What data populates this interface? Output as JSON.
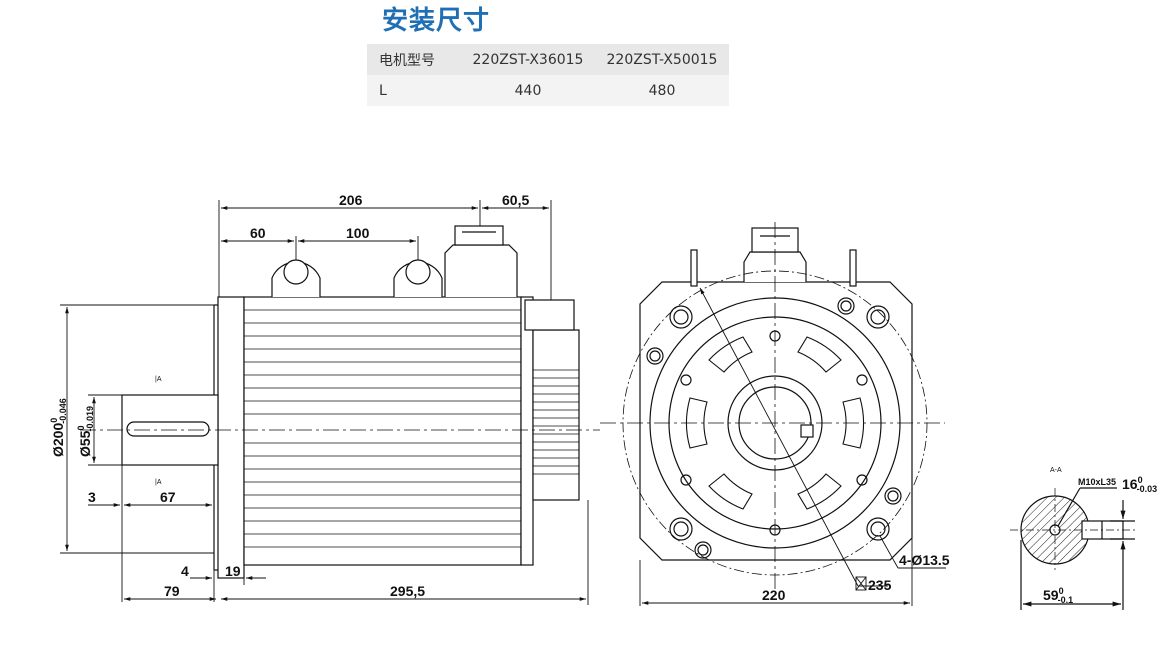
{
  "title": "安装尺寸",
  "spec_table": {
    "headers": [
      "电机型号",
      "220ZST-X36015",
      "220ZST-X50015"
    ],
    "rows": [
      [
        "L",
        "440",
        "480"
      ]
    ]
  },
  "side_view": {
    "dims": {
      "d206": "206",
      "d60_5": "60,5",
      "d60": "60",
      "d100": "100",
      "d3": "3",
      "d67": "67",
      "d4": "4",
      "d19": "19",
      "d79": "79",
      "d295_5": "295,5",
      "marker_a_top": "|A",
      "marker_a_bottom": "|A"
    },
    "flange_dia": {
      "base": "Ø200",
      "sup": "0",
      "sub": "-0.046"
    },
    "shaft_dia": {
      "base": "Ø55",
      "sup": "0",
      "sub": "-0.019"
    }
  },
  "front_view": {
    "dims": {
      "holes": "4-Ø13.5",
      "square": "235",
      "width": "220"
    }
  },
  "section": {
    "title": "A-A",
    "thread": "M10xL35",
    "key": {
      "base": "16",
      "sup": "0",
      "sub": "-0.03"
    },
    "depth": {
      "base": "59",
      "sup": "0",
      "sub": "-0.1"
    }
  }
}
